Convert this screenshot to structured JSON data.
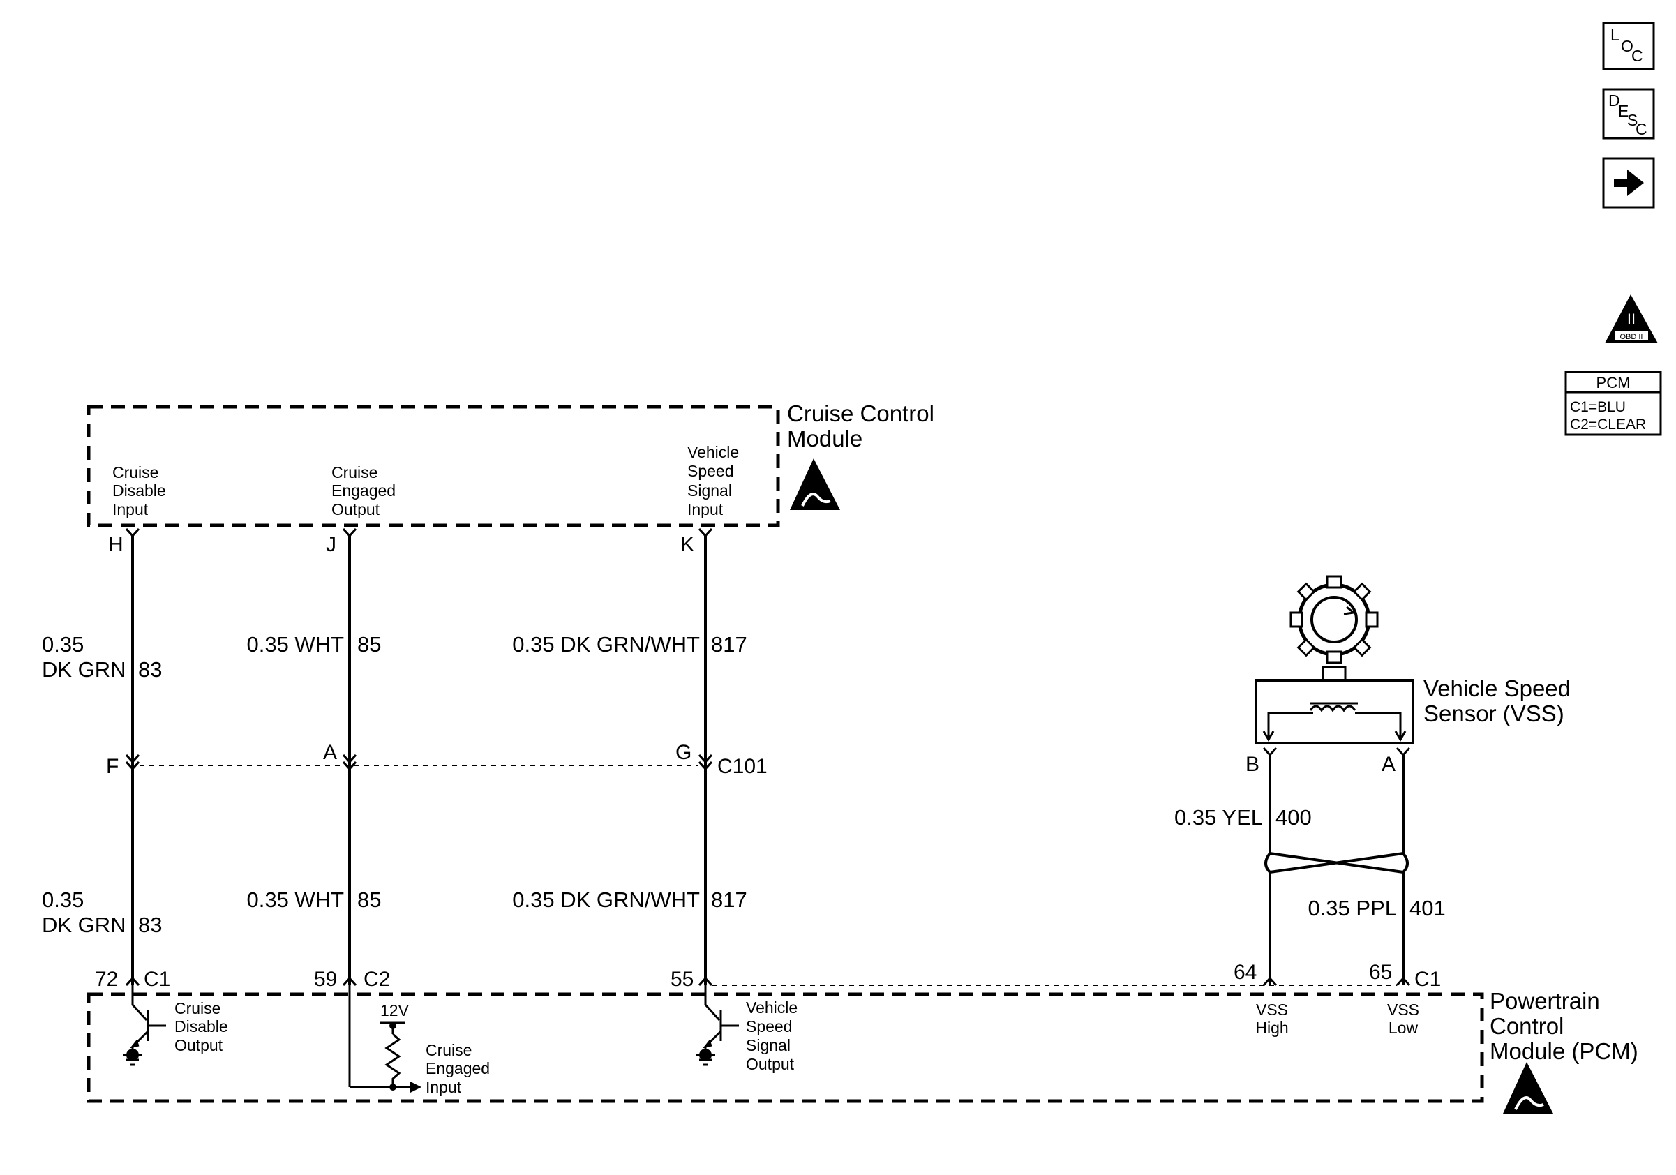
{
  "nav": {
    "loc": {
      "l": "L",
      "o": "O",
      "c": "C"
    },
    "desc": {
      "d": "D",
      "e": "E",
      "s": "S",
      "c": "C"
    }
  },
  "obd": {
    "roman": "II",
    "label": "OBD II"
  },
  "legend": {
    "title": "PCM",
    "c1": "C1=BLU",
    "c2": "C2=CLEAR"
  },
  "ccm": {
    "name_line1": "Cruise Control",
    "name_line2": "Module",
    "in1": [
      "Cruise",
      "Disable",
      "Input"
    ],
    "in2": [
      "Cruise",
      "Engaged",
      "Output"
    ],
    "in3": [
      "Vehicle",
      "Speed",
      "Signal",
      "Input"
    ],
    "pins": [
      "H",
      "J",
      "K"
    ]
  },
  "wires_top": {
    "w1": {
      "gauge": "0.35",
      "color": "DK GRN",
      "circuit": "83"
    },
    "w2": {
      "size_color": "0.35 WHT",
      "circuit": "85"
    },
    "w3": {
      "size_color": "0.35 DK GRN/WHT",
      "circuit": "817"
    }
  },
  "connector": {
    "name": "C101",
    "pins": [
      "F",
      "A",
      "G"
    ]
  },
  "wires_bottom": {
    "w1": {
      "gauge": "0.35",
      "color": "DK GRN",
      "circuit": "83"
    },
    "w2": {
      "size_color": "0.35 WHT",
      "circuit": "85"
    },
    "w3": {
      "size_color": "0.35 DK GRN/WHT",
      "circuit": "817"
    }
  },
  "vss": {
    "name_line1": "Vehicle Speed",
    "name_line2": "Sensor (VSS)",
    "pins": [
      "B",
      "A"
    ],
    "wire_high": {
      "size_color": "0.35 YEL",
      "circuit": "400"
    },
    "wire_low": {
      "size_color": "0.35 PPL",
      "circuit": "401"
    }
  },
  "pcm": {
    "name_line1": "Powertrain",
    "name_line2": "Control",
    "name_line3": "Module (PCM)",
    "pin72": "72",
    "conn72": "C1",
    "pin59": "59",
    "conn59": "C2",
    "pin55": "55",
    "pin64": "64",
    "pin65": "65",
    "conn65": "C1",
    "out1": [
      "Cruise",
      "Disable",
      "Output"
    ],
    "in2": [
      "Cruise",
      "Engaged",
      "Input"
    ],
    "voltage": "12V",
    "out3": [
      "Vehicle",
      "Speed",
      "Signal",
      "Output"
    ],
    "vss_high": [
      "VSS",
      "High"
    ],
    "vss_low": [
      "VSS",
      "Low"
    ]
  }
}
